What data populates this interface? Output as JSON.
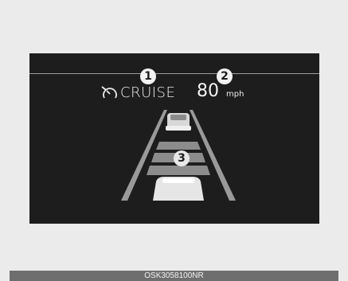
{
  "display": {
    "mode_label": "CRUISE",
    "speed_value": "80",
    "speed_unit": "mph"
  },
  "callouts": [
    "1",
    "2",
    "3"
  ],
  "icons": {
    "cruise": "cruise-control-icon",
    "lead_vehicle": "lead-vehicle-icon",
    "own_vehicle": "own-vehicle-icon"
  },
  "figure_code": "OSK3058100NR"
}
